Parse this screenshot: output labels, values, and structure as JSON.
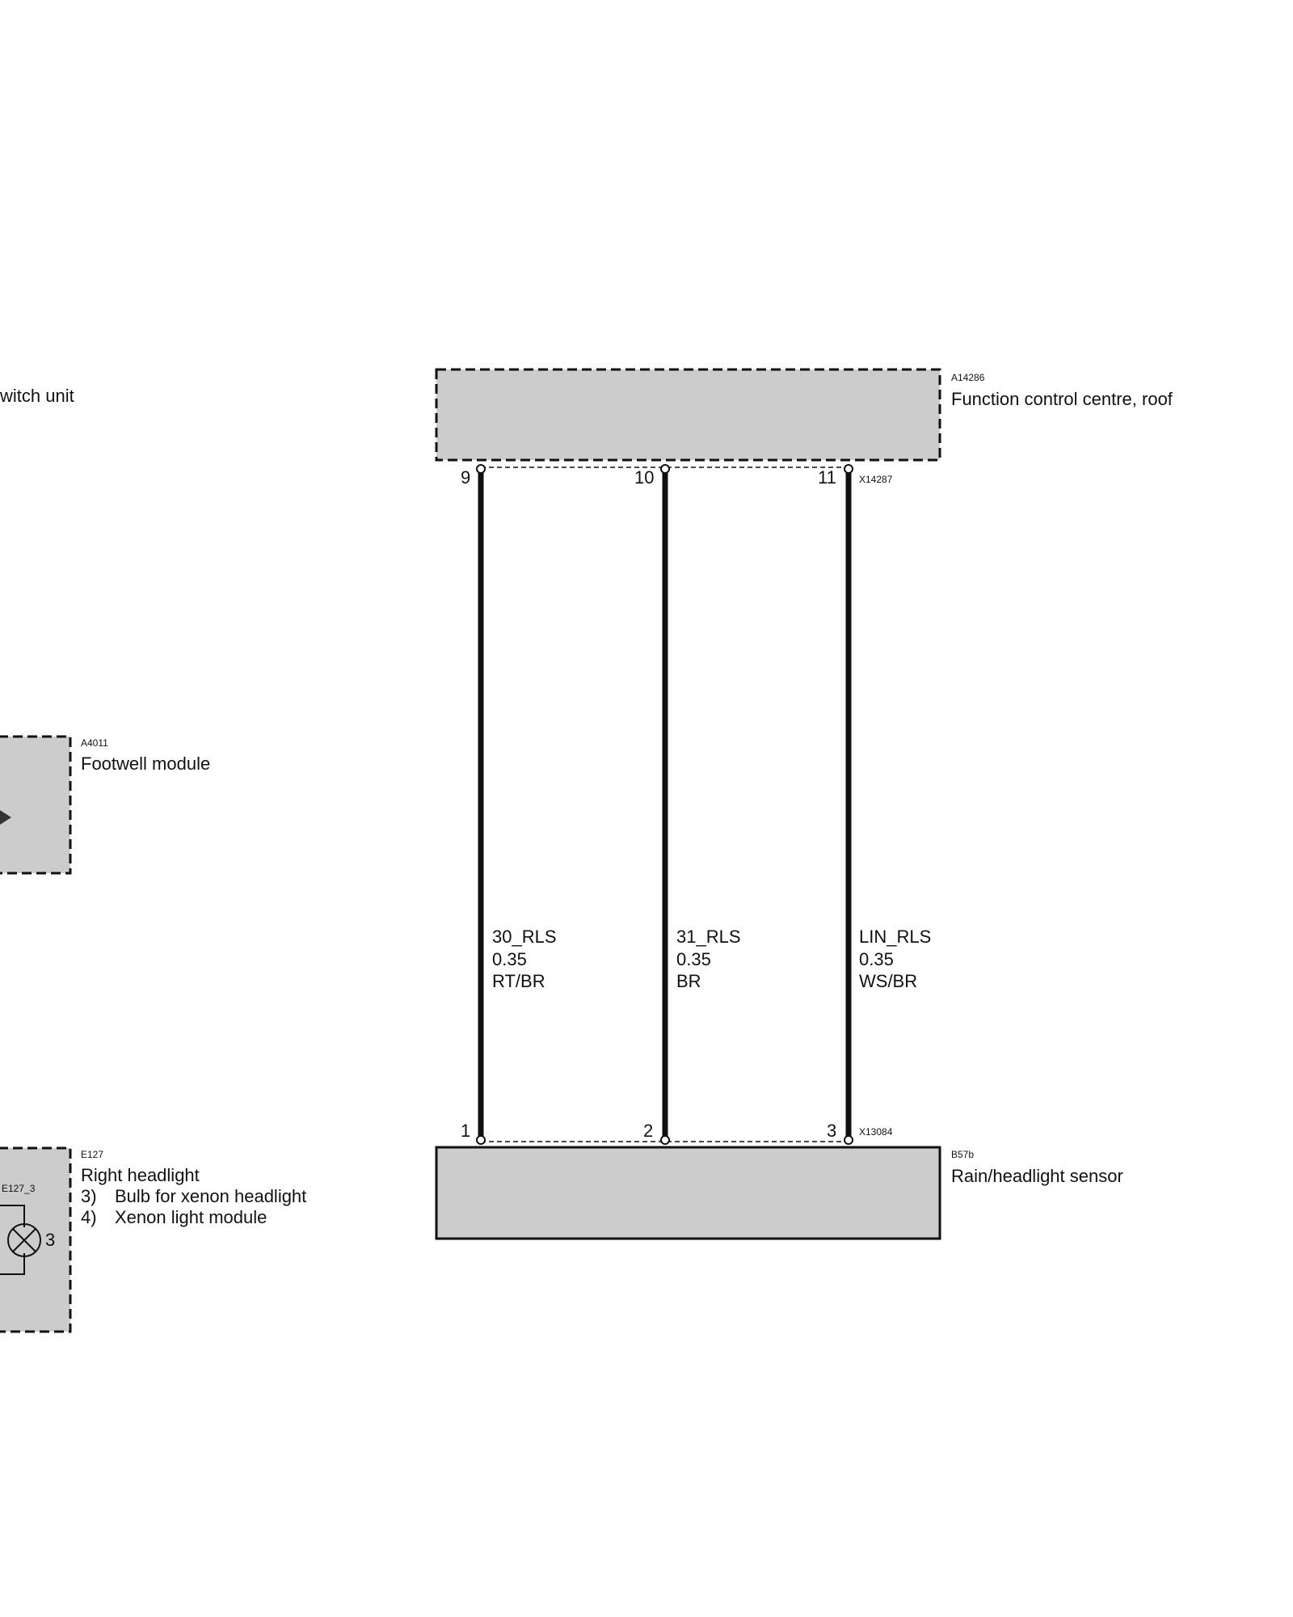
{
  "colors": {
    "module_fill": "#cccccc",
    "line": "#111111",
    "background": "#ffffff"
  },
  "components": {
    "switch_unit": {
      "label": "witch unit"
    },
    "function_control_centre": {
      "code": "A14286",
      "label": "Function control centre, roof",
      "connector": "X14287"
    },
    "footwell_module": {
      "code": "A4011",
      "label": "Footwell module"
    },
    "right_headlight": {
      "code": "E127",
      "label": "Right headlight",
      "sub_label": "E127_3",
      "pin": "3",
      "legend": [
        {
          "num": "3)",
          "text": "Bulb for xenon headlight"
        },
        {
          "num": "4)",
          "text": "Xenon light module"
        }
      ]
    },
    "rain_sensor": {
      "code": "B57b",
      "label": "Rain/headlight sensor",
      "connector": "X13084"
    }
  },
  "wires": [
    {
      "top_pin": "9",
      "bottom_pin": "1",
      "signal": "30_RLS",
      "size": "0.35",
      "color": "RT/BR"
    },
    {
      "top_pin": "10",
      "bottom_pin": "2",
      "signal": "31_RLS",
      "size": "0.35",
      "color": "BR"
    },
    {
      "top_pin": "11",
      "bottom_pin": "3",
      "signal": "LIN_RLS",
      "size": "0.35",
      "color": "WS/BR"
    }
  ]
}
